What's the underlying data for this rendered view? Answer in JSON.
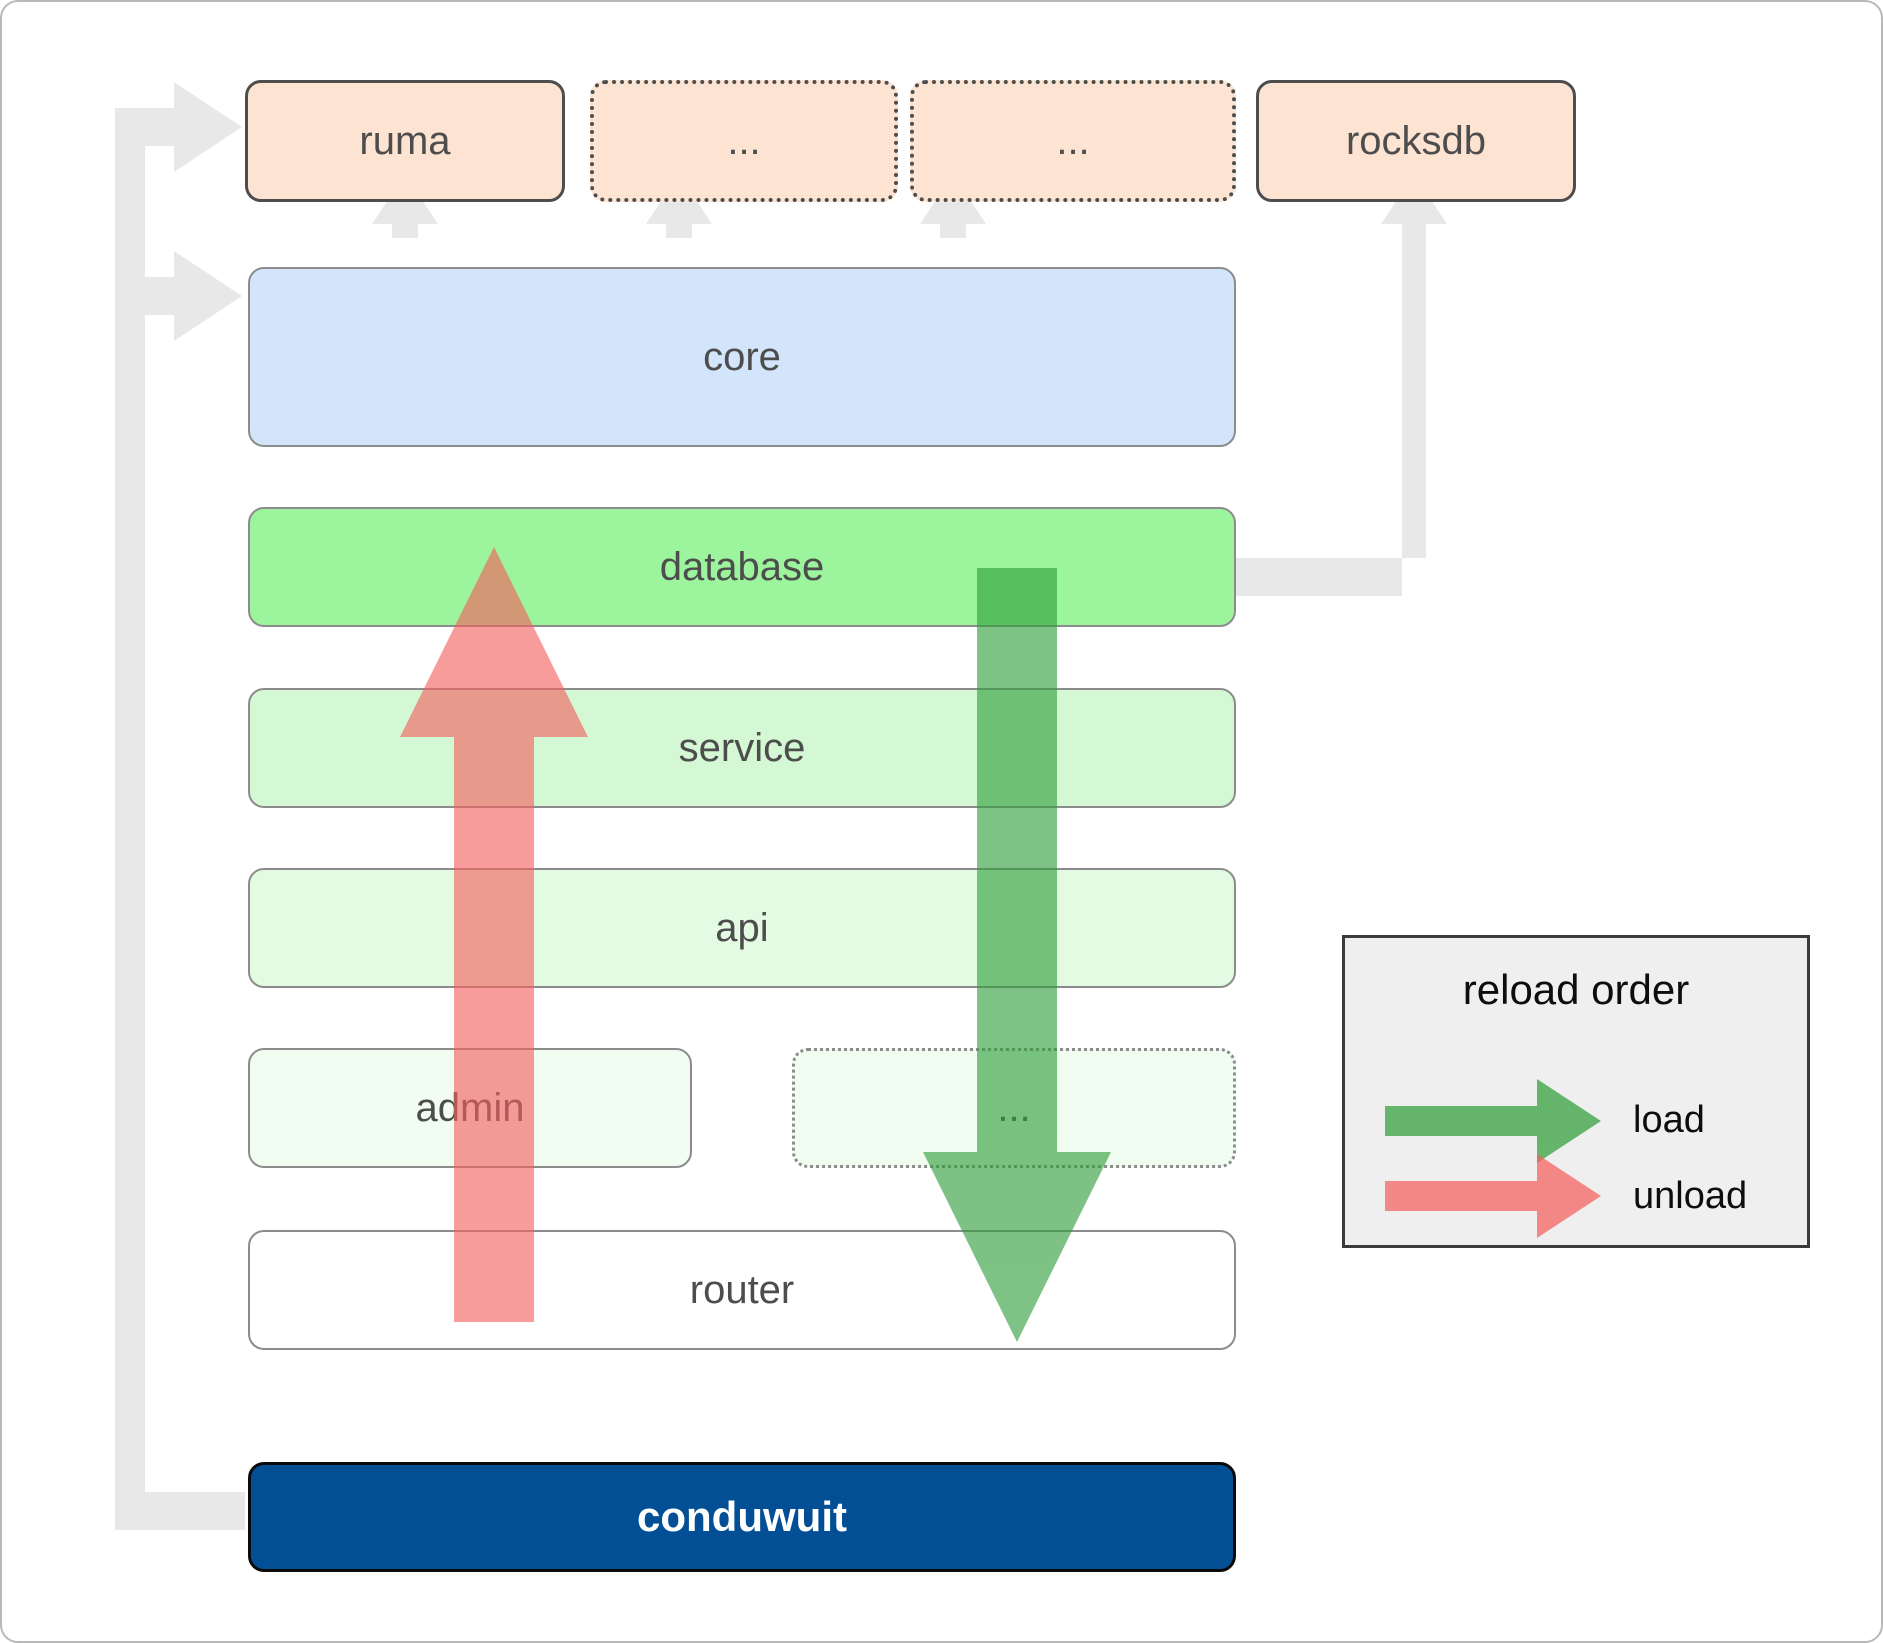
{
  "diagram": {
    "title": "conduwuit crate architecture / reload order",
    "dependencies": [
      {
        "id": "ruma",
        "label": "ruma",
        "style": "solid"
      },
      {
        "id": "dep2",
        "label": "...",
        "style": "dotted"
      },
      {
        "id": "dep3",
        "label": "...",
        "style": "dotted"
      },
      {
        "id": "rocksdb",
        "label": "rocksdb",
        "style": "solid"
      }
    ],
    "core": {
      "id": "core",
      "label": "core"
    },
    "layers": [
      {
        "id": "database",
        "label": "database",
        "style": "solid"
      },
      {
        "id": "service",
        "label": "service",
        "style": "solid"
      },
      {
        "id": "api",
        "label": "api",
        "style": "solid"
      },
      {
        "id": "admin",
        "label": "admin",
        "style": "solid"
      },
      {
        "id": "more",
        "label": "...",
        "style": "dotted"
      },
      {
        "id": "router",
        "label": "router",
        "style": "solid"
      }
    ],
    "root": {
      "id": "conduwuit",
      "label": "conduwuit"
    },
    "legend": {
      "title": "reload order",
      "entries": [
        {
          "id": "load",
          "label": "load",
          "color": "#3a9a44"
        },
        {
          "id": "unload",
          "label": "unload",
          "color": "#f4605f"
        }
      ]
    },
    "colors": {
      "dependency_fill": "#fde3d2",
      "core_fill": "#d3e5fa",
      "layer_fill_1": "#9cf59c",
      "layer_fill_2": "#d4f8d4",
      "layer_fill_3": "#e3fbe3",
      "layer_fill_4": "#f0fdf0",
      "layer_fill_5": "#ffffff",
      "root_fill": "#034f96",
      "connector": "#e8e8e8",
      "load_arrow": "#3a9a44",
      "unload_arrow": "#f4605f",
      "legend_fill": "#efefef"
    }
  }
}
